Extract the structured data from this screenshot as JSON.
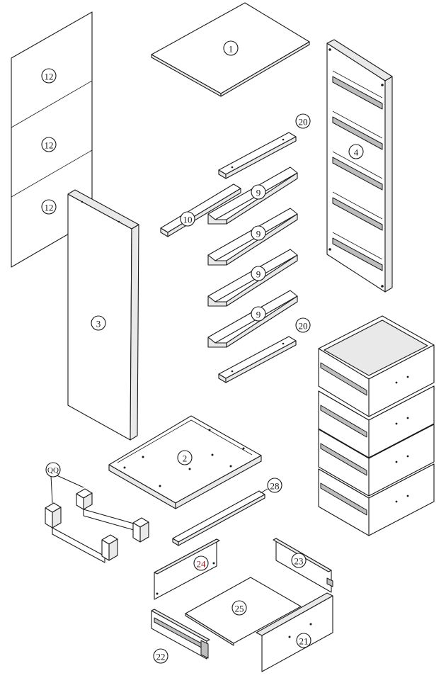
{
  "callouts": {
    "c1": "1",
    "c2": "2",
    "c3": "3",
    "c4": "4",
    "c9a": "9",
    "c9b": "9",
    "c9c": "9",
    "c9d": "9",
    "c10": "10",
    "c12a": "12",
    "c12b": "12",
    "c12c": "12",
    "c20a": "20",
    "c20b": "20",
    "c21": "21",
    "c22": "22",
    "c23": "23",
    "c24": "24",
    "c25": "25",
    "c28": "28",
    "cqq": "QQ"
  },
  "colors": {
    "line": "#1a1a1a",
    "panel": "#ffffff",
    "edge": "#e9e9e9",
    "dark": "#bdbdbd",
    "callout24": "#8b1a1a"
  }
}
